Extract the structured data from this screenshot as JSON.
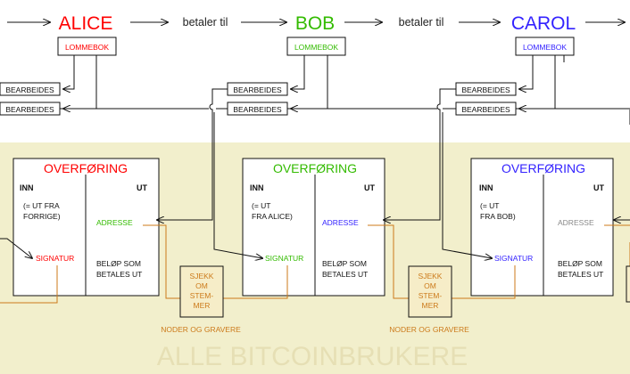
{
  "top_row": {
    "alice": "ALICE",
    "bob": "BOB",
    "carol": "CAROL",
    "pays_to": "betaler til"
  },
  "wallet_label": "LOMMEBOK",
  "processed_label": "BEARBEIDES",
  "transaction": {
    "title": "OVERFØRING",
    "in_header": "INN",
    "out_header": "UT",
    "address": "ADRESSE",
    "signature": "SIGNATUR",
    "amount_line1": "BELØP SOM",
    "amount_line2": "BETALES UT"
  },
  "inputs": {
    "alice_line1": "(= UT FRA",
    "alice_line2": "FORRIGE)",
    "bob_line1": "(= UT",
    "bob_line2": "FRA ALICE)",
    "carol_line1": "(= UT",
    "carol_line2": "FRA BOB)"
  },
  "check_box": {
    "line1": "SJEKK",
    "line2": "OM",
    "line3": "STEM-",
    "line4": "MER"
  },
  "nodes_label": "NODER OG GRAVERE",
  "background_label": "ALLE BITCOINBRUKERE",
  "colors": {
    "alice": "#ff0000",
    "bob": "#33bb00",
    "carol": "#3322ff",
    "grey": "#888888",
    "orange": "#cc7a1a",
    "panel": "#f2efcc"
  }
}
